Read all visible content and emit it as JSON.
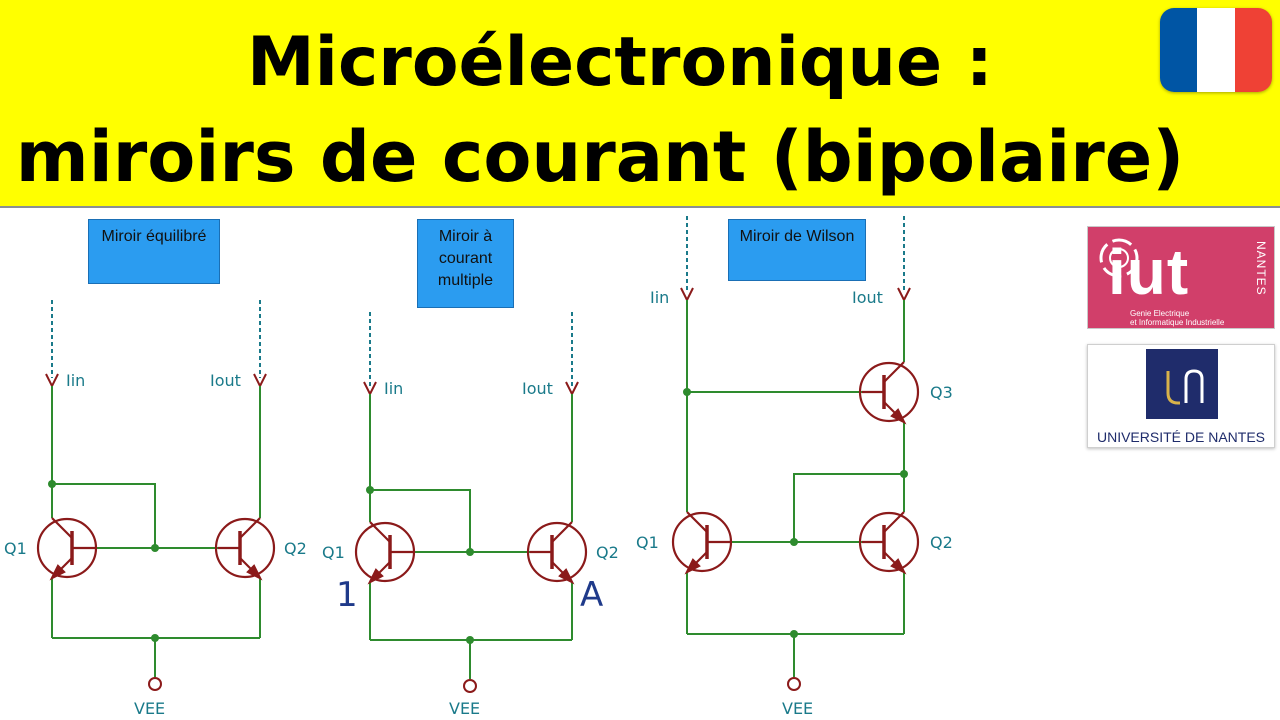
{
  "banner": {
    "title_line1": "Microélectronique :",
    "title_line2": "miroirs de courant (bipolaire)",
    "background": "#ffff00"
  },
  "flag": {
    "colors": [
      "#0055a4",
      "#ffffff",
      "#ef4135"
    ]
  },
  "labels": {
    "balanced": "Miroir équilibré",
    "multiple": "Miroir à courant multiple",
    "wilson": "Miroir de Wilson"
  },
  "circuit_text": {
    "iin": "Iin",
    "iout": "Iout",
    "q1": "Q1",
    "q2": "Q2",
    "q3": "Q3",
    "vee": "VEE",
    "ratio_left": "1",
    "ratio_right": "A"
  },
  "logos": {
    "iut_main": "iut",
    "iut_vertical": "NANTES",
    "iut_sub1": "Genie Electrique",
    "iut_sub2": "et Informatique Industrielle",
    "univ_name": "UNIVERSITÉ DE NANTES"
  },
  "colors": {
    "wire": "#2e8b2e",
    "component": "#8b1a1a",
    "net_label": "#1a7a8a",
    "ratio": "#1f3a8a",
    "label_box": "#2b9cf0",
    "iut_bg": "#d13f6a",
    "univ_text": "#1f2c6b"
  }
}
